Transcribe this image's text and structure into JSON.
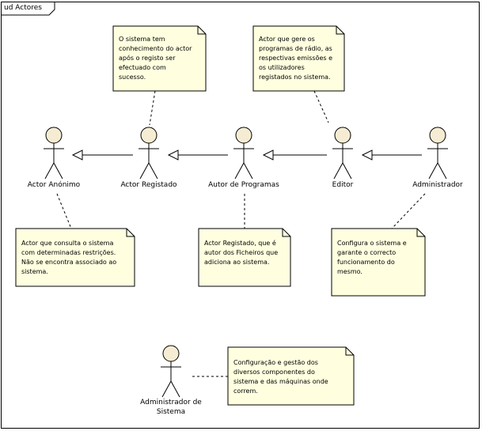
{
  "frame": {
    "title": "ud Actores"
  },
  "colors": {
    "actor_fill": "#f5ecd3",
    "note_fill": "#ffffe0",
    "line": "#000000"
  },
  "actors": [
    {
      "id": "anonimo",
      "label": "Actor Anónimo"
    },
    {
      "id": "registado",
      "label": "Actor Registado"
    },
    {
      "id": "autor",
      "label": "Autor de Programas"
    },
    {
      "id": "editor",
      "label": "Editor"
    },
    {
      "id": "admin",
      "label": "Administrador"
    },
    {
      "id": "admin-sistema",
      "label_lines": [
        "Administrador de",
        "Sistema"
      ]
    }
  ],
  "notes": {
    "registado": [
      "O sistema tem",
      "conhecimento do actor",
      "após o registo ser",
      "efectuado com",
      "sucesso."
    ],
    "editor": [
      "Actor que gere os",
      "programas de rádio, as",
      "respectivas emissões e",
      "os utilizadores",
      "registados no sistema."
    ],
    "anonimo": [
      "Actor que consulta o sistema",
      "com determinadas restrições.",
      "Não se encontra associado ao",
      "sistema."
    ],
    "autor": [
      "Actor Registado, que é",
      "autor dos Ficheiros que",
      "adiciona ao sistema."
    ],
    "admin": [
      "Configura o sistema e",
      "garante o correcto",
      "funcionamento do",
      "mesmo."
    ],
    "admin-sistema": [
      "Configuração e gestão dos",
      "diversos componentes do",
      "sistema e das máquinas onde",
      "correm."
    ]
  },
  "relations": [
    {
      "type": "generalization",
      "from": "registado",
      "to": "anonimo"
    },
    {
      "type": "generalization",
      "from": "autor",
      "to": "registado"
    },
    {
      "type": "generalization",
      "from": "editor",
      "to": "autor"
    },
    {
      "type": "generalization",
      "from": "admin",
      "to": "editor"
    }
  ]
}
